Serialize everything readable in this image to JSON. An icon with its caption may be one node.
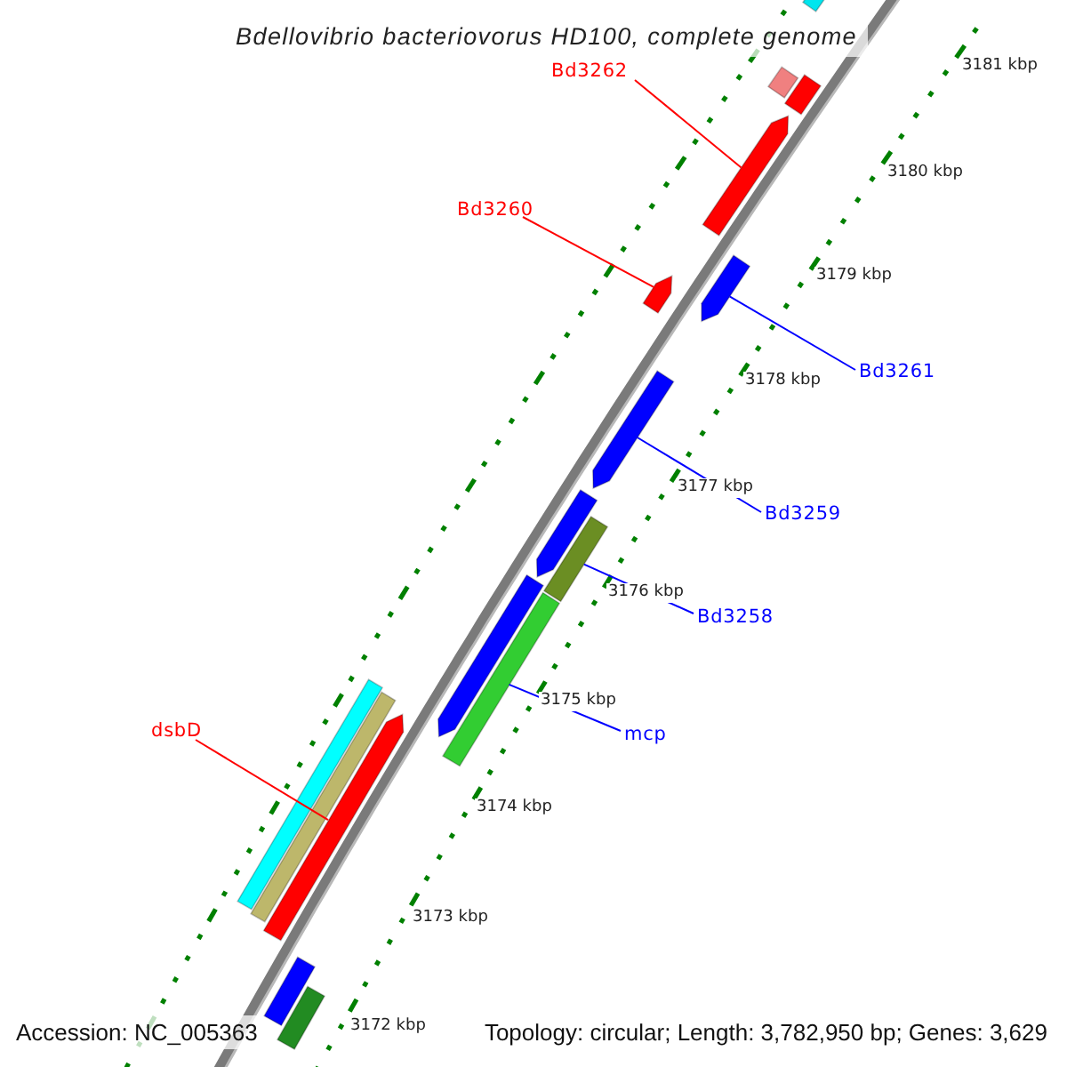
{
  "diagram": {
    "title": "Bdellovibrio bacteriovorus HD100, complete genome",
    "nodes": [
      {
        "text": [
          "Bd3262"
        ]
      },
      {
        "text": [
          "Bd3260"
        ]
      },
      {
        "text": [
          "Bd3261"
        ]
      },
      {
        "text": [
          "Bd3259"
        ]
      },
      {
        "text": [
          "Bd3258"
        ]
      },
      {
        "text": [
          "mcp"
        ]
      },
      {
        "text": [
          "dsbD"
        ]
      },
      {
        "text": [],
        "shape": "bar"
      },
      {
        "text": [],
        "shape": "bar"
      },
      {
        "text": [],
        "shape": "bar"
      },
      {
        "text": [],
        "shape": "bar"
      },
      {
        "text": [],
        "shape": "bar"
      },
      {
        "text": [],
        "shape": "bar"
      },
      {
        "text": [],
        "shape": "bar"
      },
      {
        "text": [],
        "shape": "bar"
      },
      {
        "text": [],
        "shape": "bar"
      },
      {
        "text": [],
        "shape": "bar"
      },
      {
        "text": [],
        "shape": "bar"
      },
      {
        "text": [],
        "shape": "bar"
      },
      {
        "text": [],
        "shape": "bar"
      },
      {
        "text": [],
        "shape": "bar"
      },
      {
        "text": [],
        "shape": "bar"
      },
      {
        "text": [],
        "shape": "bar"
      }
    ],
    "edges": [
      {
        "from": 0,
        "to": 10,
        "arrow": "none",
        "color": "#ff0000"
      },
      {
        "from": 1,
        "to": 12,
        "arrow": "none",
        "color": "#ff0000"
      },
      {
        "from": 2,
        "to": 11,
        "arrow": "none"
      },
      {
        "from": 3,
        "to": 13,
        "arrow": "none"
      },
      {
        "from": 4,
        "to": 15,
        "arrow": "none"
      },
      {
        "from": 5,
        "to": 17,
        "arrow": "none"
      },
      {
        "from": 6,
        "to": 20,
        "arrow": "none",
        "color": "#ff0000"
      }
    ],
    "labels": [
      "3181 kbp",
      "3180 kbp",
      "3179 kbp",
      "3178 kbp",
      "3177 kbp",
      "3176 kbp",
      "3175 kbp",
      "3174 kbp",
      "3173 kbp",
      "3172 kbp",
      "Accession: NC_005363",
      "Topology: circular; Length: 3,782,950 bp; Genes: 3,629"
    ]
  }
}
